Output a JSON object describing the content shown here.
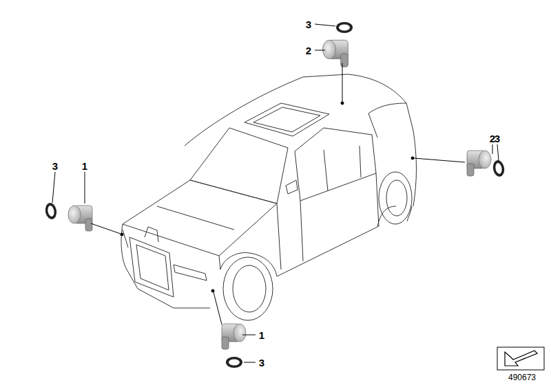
{
  "diagram": {
    "labels": [
      "3",
      "2",
      "2",
      "3",
      "3",
      "1",
      "1",
      "3",
      "490673"
    ]
  }
}
